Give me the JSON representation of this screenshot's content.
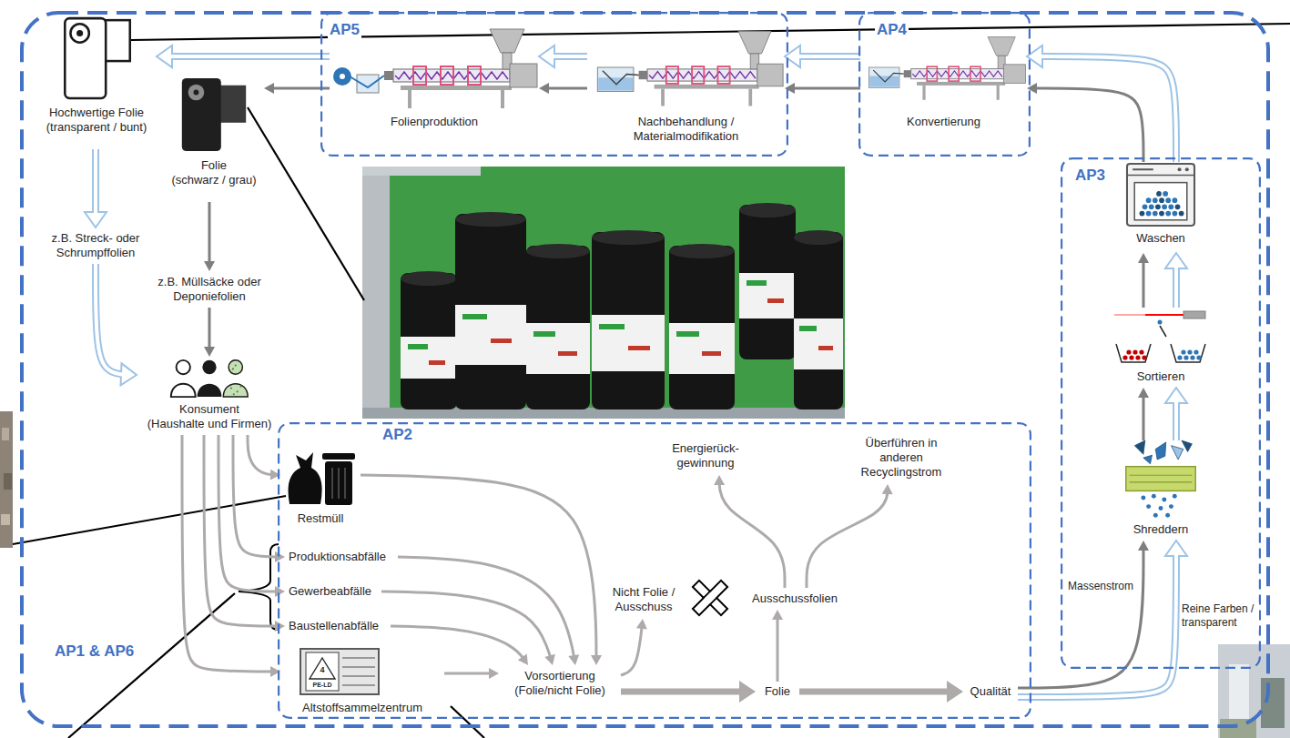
{
  "diagram": {
    "nodes": [
      {
        "text": [
          "AP1 & AP6"
        ]
      },
      {
        "text": [
          "AP5"
        ],
        "in": 0
      },
      {
        "text": [
          "Folienproduktion"
        ],
        "in": 1
      },
      {
        "text": [
          "Nachbehandlung / Materialmodifikation"
        ],
        "in": 1
      },
      {
        "text": [
          "AP4"
        ],
        "in": 0
      },
      {
        "text": [
          "Konvertierung"
        ],
        "in": 4
      },
      {
        "text": [
          "Hochwertige Folie",
          "(transparent / bunt)"
        ],
        "in": 0
      },
      {
        "text": [
          "Folie",
          "(schwarz / grau)"
        ],
        "in": 0
      },
      {
        "text": [
          "z.B. Streck- oder Schrumpffolien"
        ],
        "in": 0
      },
      {
        "text": [
          "z.B. Müllsäcke oder Deponiefolien"
        ],
        "in": 0
      },
      {
        "text": [
          "Konsument",
          "(Haushalte und Firmen)"
        ],
        "in": 0
      },
      {
        "text": [
          "AP3"
        ],
        "in": 0
      },
      {
        "text": [
          "Waschen"
        ],
        "in": 11
      },
      {
        "text": [
          "Sortieren"
        ],
        "in": 11
      },
      {
        "text": [
          "Shreddern"
        ],
        "in": 11
      },
      {
        "text": [
          "AP2"
        ],
        "in": 0
      },
      {
        "text": [
          "Restmüll"
        ],
        "in": 15
      },
      {
        "text": [
          "Produktionsabfälle"
        ],
        "in": 15
      },
      {
        "text": [
          "Gewerbeabfälle"
        ],
        "in": 15
      },
      {
        "text": [
          "Baustellenabfälle"
        ],
        "in": 15
      },
      {
        "text": [
          "Altstoffsammelzentrum"
        ],
        "in": 15
      },
      {
        "text": [
          "Vorsortierung",
          "(Folie/nicht Folie)"
        ],
        "in": 15
      },
      {
        "text": [
          "Nicht Folie / Ausschuss"
        ],
        "in": 15
      },
      {
        "text": [
          "Ausschussfolien"
        ],
        "in": 15
      },
      {
        "text": [
          "Energierück- gewinnung"
        ],
        "in": 15
      },
      {
        "text": [
          "Überführen in anderen Recyclingstrom"
        ],
        "in": 15
      },
      {
        "text": [
          "Folie"
        ],
        "in": 15
      },
      {
        "text": [
          "Qualität"
        ],
        "in": 15
      }
    ],
    "edges": [
      {
        "from": 5,
        "to": 3,
        "arrow": "to"
      },
      {
        "from": 5,
        "to": 3,
        "arrow": "to"
      },
      {
        "from": 3,
        "to": 2,
        "arrow": "to"
      },
      {
        "from": 3,
        "to": 2,
        "arrow": "to"
      },
      {
        "from": 2,
        "to": 7,
        "arrow": "to"
      },
      {
        "from": 2,
        "to": 6,
        "arrow": "to"
      },
      {
        "from": 6,
        "to": 8,
        "arrow": "to"
      },
      {
        "from": 8,
        "to": 10,
        "arrow": "to"
      },
      {
        "from": 7,
        "to": 9,
        "arrow": "to"
      },
      {
        "from": 9,
        "to": 10,
        "arrow": "to"
      },
      {
        "from": 10,
        "to": 16,
        "arrow": "to"
      },
      {
        "from": 10,
        "to": 17,
        "arrow": "to"
      },
      {
        "from": 10,
        "to": 18,
        "arrow": "to"
      },
      {
        "from": 10,
        "to": 19,
        "arrow": "to"
      },
      {
        "from": 10,
        "to": 20,
        "arrow": "to"
      },
      {
        "from": 16,
        "to": 21,
        "arrow": "to"
      },
      {
        "from": 17,
        "to": 21,
        "arrow": "to"
      },
      {
        "from": 18,
        "to": 21,
        "arrow": "to"
      },
      {
        "from": 19,
        "to": 21,
        "arrow": "to"
      },
      {
        "from": 20,
        "to": 21,
        "arrow": "to"
      },
      {
        "from": 21,
        "to": 22,
        "arrow": "to"
      },
      {
        "from": 21,
        "to": 26,
        "arrow": "to"
      },
      {
        "from": 26,
        "to": 23,
        "arrow": "to"
      },
      {
        "from": 23,
        "to": 24,
        "arrow": "to"
      },
      {
        "from": 23,
        "to": 25,
        "arrow": "to"
      },
      {
        "from": 26,
        "to": 27,
        "arrow": "to"
      },
      {
        "from": 27,
        "to": 14,
        "label": "Massenstrom",
        "arrow": "to"
      },
      {
        "from": 27,
        "to": 14,
        "label": "Reine Farben / transparent",
        "arrow": "to"
      },
      {
        "from": 14,
        "to": 13,
        "arrow": "to"
      },
      {
        "from": 14,
        "to": 13,
        "arrow": "to"
      },
      {
        "from": 13,
        "to": 12,
        "arrow": "to"
      },
      {
        "from": 13,
        "to": 12,
        "arrow": "to"
      },
      {
        "from": 12,
        "to": 5,
        "arrow": "to"
      },
      {
        "from": 12,
        "to": 5,
        "arrow": "to"
      }
    ],
    "labels": [
      "4",
      "PE-LD"
    ]
  }
}
